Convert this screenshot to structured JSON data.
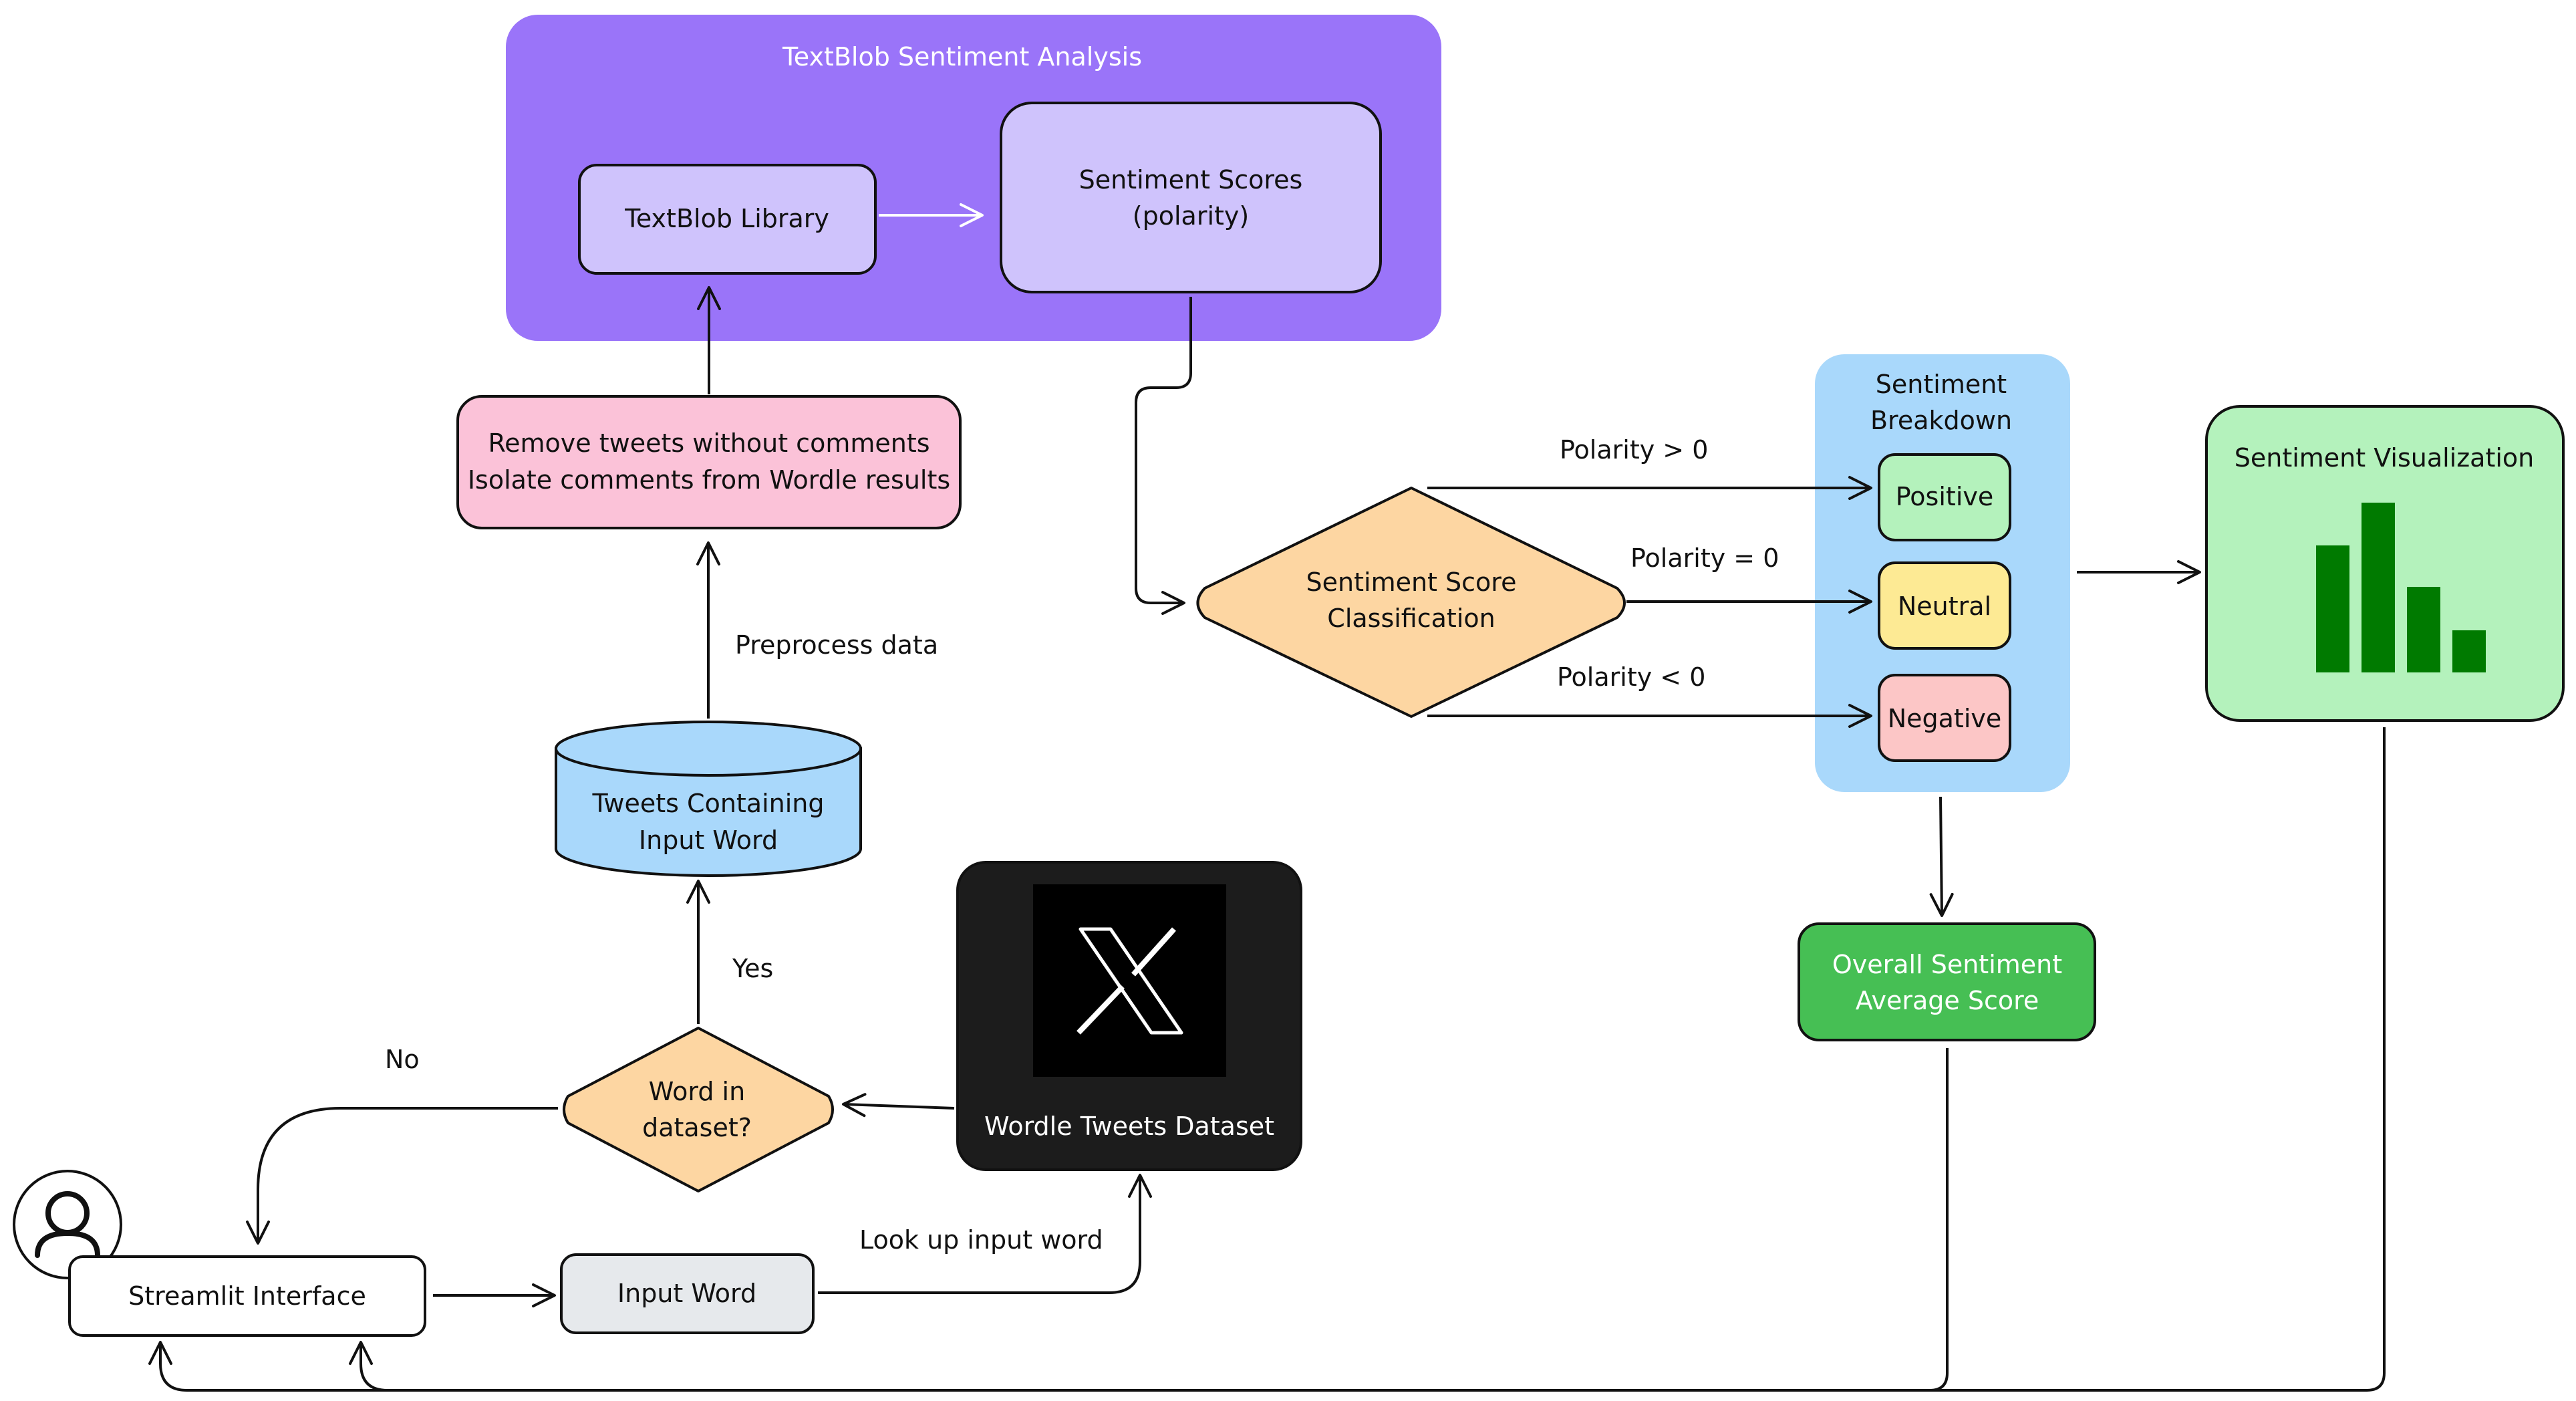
{
  "colors": {
    "purple_panel": "#9a74f9",
    "purple_node": "#cfc3fc",
    "pink": "#fbc2d8",
    "blue": "#a9d8fb",
    "orange": "#fdd6a2",
    "dark": "#1c1c1c",
    "gray": "#e6e9ec",
    "green_light": "#b4f2bc",
    "yellow": "#fdea94",
    "red_light": "#fcc6c6",
    "green_dark": "#46bf54",
    "bar_green": "#007a00",
    "stroke": "#111111"
  },
  "panel": {
    "title": "TextBlob Sentiment Analysis"
  },
  "nodes": {
    "textblob_library": "TextBlob Library",
    "sentiment_scores": [
      "Sentiment Scores",
      "(polarity)"
    ],
    "remove_tweets": [
      "Remove tweets without comments",
      "Isolate comments from Wordle results"
    ],
    "tweets_db": [
      "Tweets Containing",
      "Input Word"
    ],
    "word_in_dataset": [
      "Word in",
      "dataset?"
    ],
    "wordle_dataset": "Wordle Tweets Dataset",
    "streamlit_interface": "Streamlit Interface",
    "input_word": "Input Word",
    "classification": [
      "Sentiment Score",
      "Classification"
    ],
    "breakdown_title": [
      "Sentiment",
      "Breakdown"
    ],
    "positive": "Positive",
    "neutral": "Neutral",
    "negative": "Negative",
    "overall": [
      "Overall Sentiment",
      "Average Score"
    ],
    "visualization_title": "Sentiment Visualization"
  },
  "edge_labels": {
    "preprocess": "Preprocess data",
    "yes": "Yes",
    "no": "No",
    "lookup": "Look up input word",
    "pol_pos": "Polarity > 0",
    "pol_neu": "Polarity = 0",
    "pol_neg": "Polarity < 0"
  },
  "icons": {
    "user": "user-icon",
    "x_logo": "x-logo-icon",
    "bar_chart": "bar-chart-icon"
  }
}
